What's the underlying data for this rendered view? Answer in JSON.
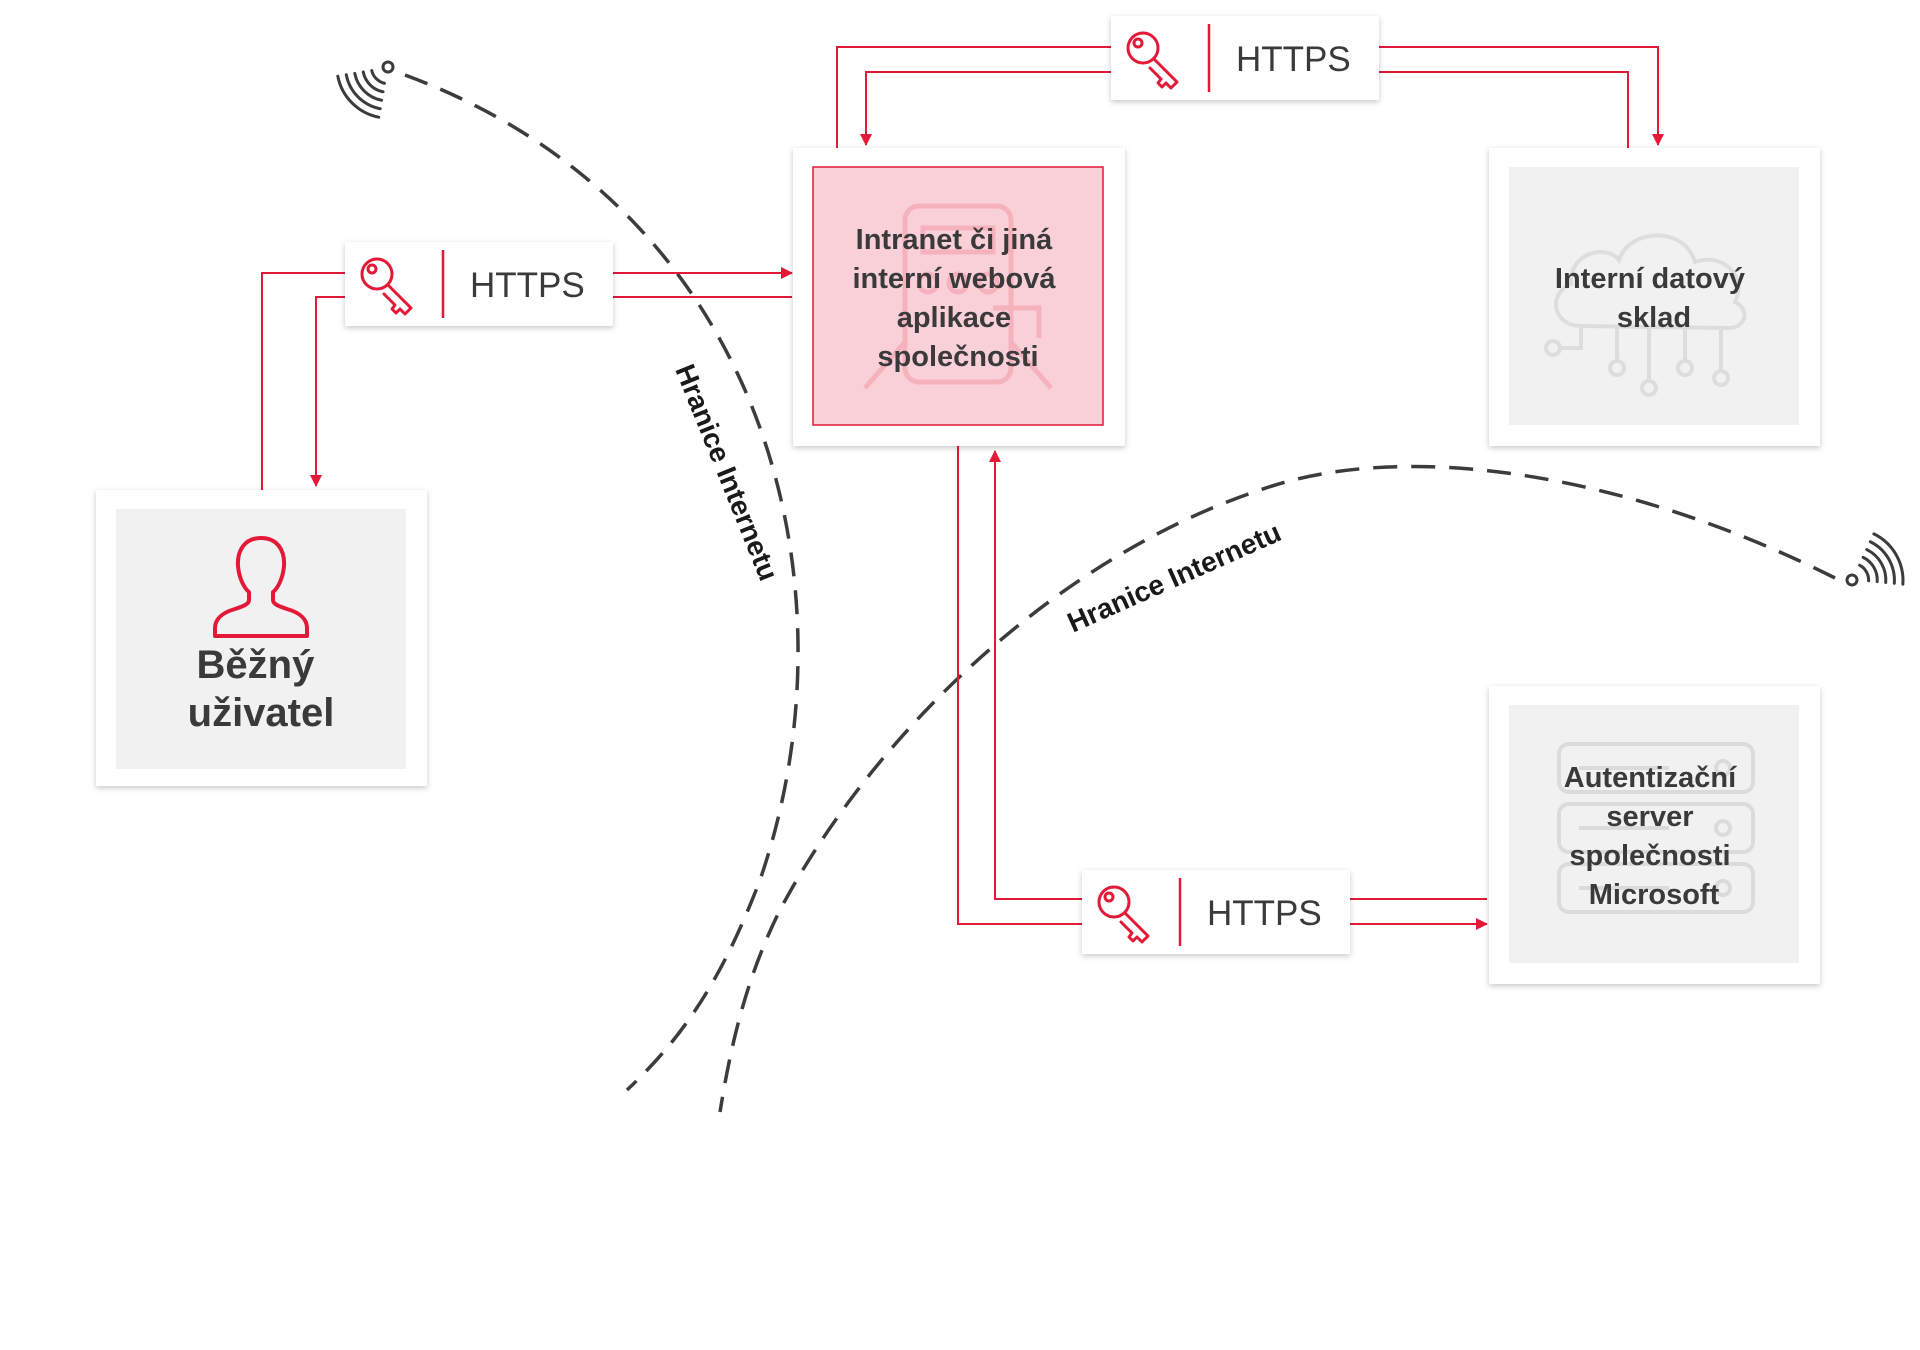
{
  "colors": {
    "accent": "#e31937",
    "card_inner": "#f1f1f1",
    "highlight_fill": "#f9d0d7",
    "text": "#3a3a3a",
    "dash": "#3c3c3c"
  },
  "nodes": {
    "user": {
      "label_lines": [
        "Běžný",
        "uživatel"
      ],
      "icon": "user-icon"
    },
    "intranet": {
      "label_lines": [
        "Intranet či jiná",
        "interní webová",
        "aplikace",
        "společnosti"
      ],
      "icon": "web-app-icon"
    },
    "datastore": {
      "label_lines": [
        "Interní datový",
        "sklad"
      ],
      "icon": "cloud-network-icon"
    },
    "auth": {
      "label_lines": [
        "Autentizační",
        "server",
        "společnosti",
        "Microsoft"
      ],
      "icon": "server-rack-icon"
    }
  },
  "connections": {
    "user_intranet": {
      "label": "HTTPS",
      "icon": "key-icon"
    },
    "intranet_datastore": {
      "label": "HTTPS",
      "icon": "key-icon"
    },
    "intranet_auth": {
      "label": "HTTPS",
      "icon": "key-icon"
    }
  },
  "boundaries": {
    "left": {
      "label": "Hranice Internetu",
      "icon": "wireless-signal-icon"
    },
    "right": {
      "label": "Hranice Internetu",
      "icon": "wireless-signal-icon"
    }
  }
}
